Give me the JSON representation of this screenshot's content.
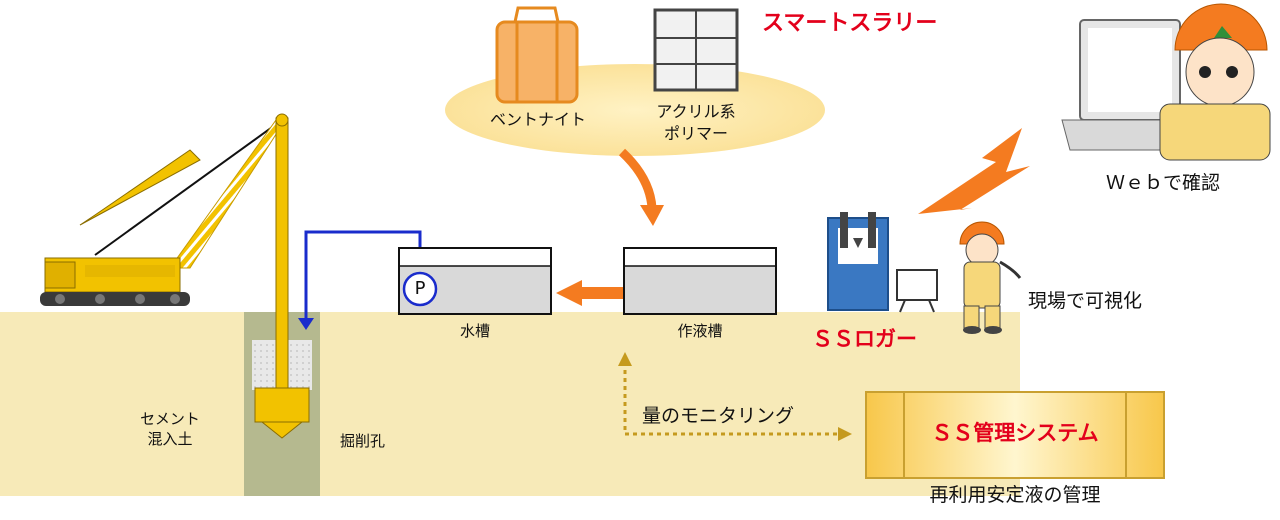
{
  "brand": {
    "name": "スマートスラリー",
    "materials": [
      {
        "label": "ベントナイト",
        "icon": "bag-icon"
      },
      {
        "label_line1": "アクリル系",
        "label_line2": "ポリマー",
        "icon": "container-icon"
      }
    ]
  },
  "tanks": {
    "water_tank": "水槽",
    "mixing_tank": "作液槽",
    "pump_symbol": "P"
  },
  "ground": {
    "cement_soil_line1": "セメント",
    "cement_soil_line2": "混入土",
    "borehole": "掘削孔"
  },
  "logger": {
    "name": "ＳＳロガー",
    "onsite_label": "現場で可視化",
    "web_label": "Ｗｅｂで確認"
  },
  "monitoring": {
    "label": "量のモニタリング",
    "system_name": "ＳＳ管理システム",
    "caption": "再利用安定液の管理"
  },
  "colors": {
    "ground": "#f7eab8",
    "borehole": "#b5b98f",
    "crane": "#f2c200",
    "arrow_orange": "#f47b20",
    "pipe_blue": "#1a2ccc",
    "brand_red": "#e3001b",
    "logger_blue": "#3a78c2",
    "dotted_arrow": "#c59a1e"
  }
}
